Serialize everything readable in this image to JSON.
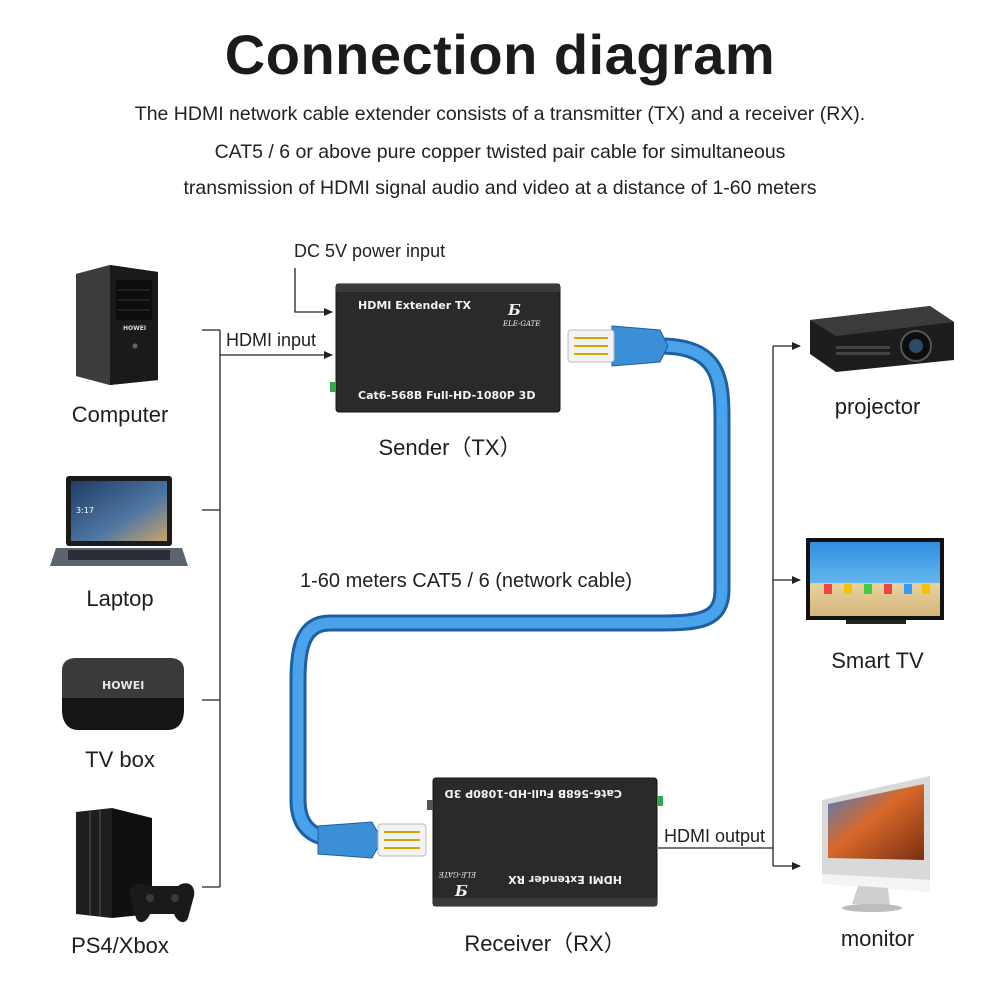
{
  "header": {
    "title": "Connection diagram",
    "desc_line1": "The HDMI network cable extender consists of a transmitter (TX) and a receiver (RX).",
    "desc_line2": "CAT5 / 6 or above pure copper twisted pair cable for simultaneous",
    "desc_line3": "transmission of HDMI signal audio and video at a distance of 1-60 meters"
  },
  "sources": [
    {
      "name": "Computer",
      "icon": "computer-tower-icon"
    },
    {
      "name": "Laptop",
      "icon": "laptop-icon"
    },
    {
      "name": "TV box",
      "icon": "tv-box-icon"
    },
    {
      "name": "PS4/Xbox",
      "icon": "game-console-icon"
    }
  ],
  "displays": [
    {
      "name": "projector",
      "icon": "projector-icon"
    },
    {
      "name": "Smart TV",
      "icon": "smart-tv-icon"
    },
    {
      "name": "monitor",
      "icon": "monitor-icon"
    }
  ],
  "connections": {
    "power_label": "DC 5V power input",
    "hdmi_input_label": "HDMI input",
    "hdmi_output_label": "HDMI output",
    "cable_label": "1-60 meters CAT5 / 6 (network cable)"
  },
  "sender": {
    "caption": "Sender（TX）",
    "top_text": "HDMI Extender TX",
    "bottom_text": "Cat6-568B Full-HD-1080P 3D",
    "logo_text": "ELE-GATE"
  },
  "receiver": {
    "caption": "Receiver（RX）",
    "top_text": "Cat6-568B Full-HD-1080P 3D",
    "bottom_text": "HDMI Extender RX",
    "logo_text": "ELE-GATE"
  },
  "screen_brand": "HOWEI",
  "colors": {
    "cable": "#3a8fd6",
    "box": "#2b2b2b",
    "line": "#222222"
  }
}
